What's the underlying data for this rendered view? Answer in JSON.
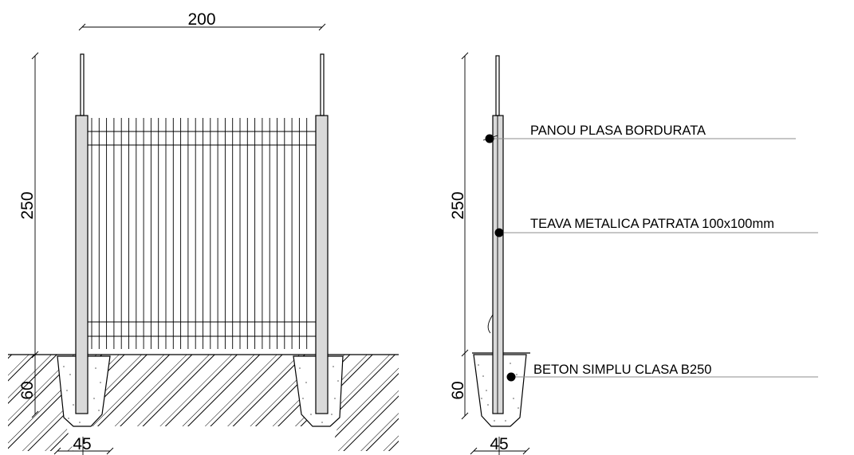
{
  "front_view": {
    "width_dim": "200",
    "height_dim": "250",
    "depth_dim": "60",
    "footing_dim": "45"
  },
  "side_view": {
    "height_dim": "250",
    "depth_dim": "60",
    "footing_dim": "45",
    "callouts": [
      {
        "label": "PANOU PLASA BORDURATA"
      },
      {
        "label": "TEAVA METALICA PATRATA 100x100mm"
      },
      {
        "label": "BETON SIMPLU CLASA B250"
      }
    ]
  }
}
